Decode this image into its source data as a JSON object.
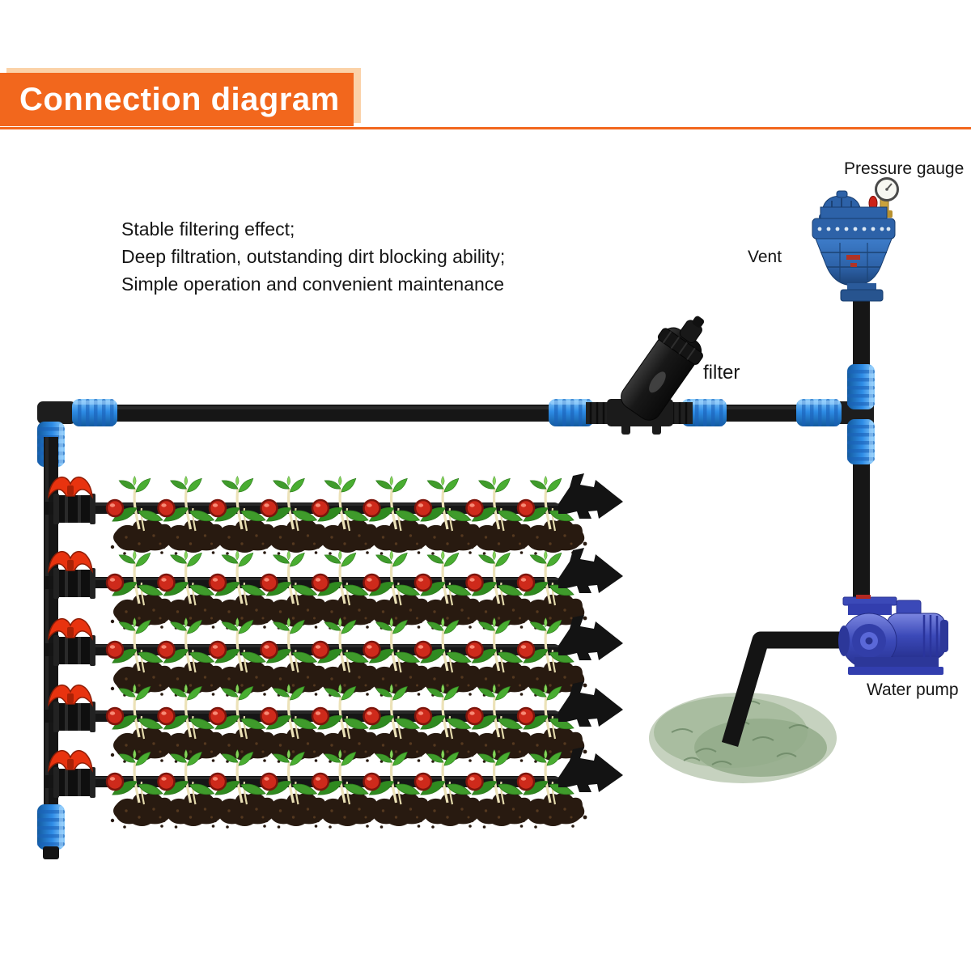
{
  "banner": {
    "title": "Connection diagram",
    "color": "#f2671d",
    "shadow_color": "#fbd2a8"
  },
  "features": [
    "Stable filtering effect;",
    "Deep filtration, outstanding dirt blocking ability;",
    "Simple operation and convenient maintenance"
  ],
  "labels": {
    "pressure_gauge": "Pressure gauge",
    "vent": "Vent",
    "filter": "filter",
    "water_pump": "Water pump"
  },
  "diagram": {
    "drip_row_count": 5,
    "plants_per_row": 9,
    "components": [
      "vent-valve",
      "pressure-gauge",
      "tee-fitting",
      "inline-filter",
      "elbow-fitting",
      "blue-compression-fitting",
      "manifold-pipe",
      "end-cap",
      "red-valve",
      "drip-line",
      "dripper-emitter",
      "seedling-plant",
      "arrow-end",
      "water-pump",
      "suction-pipe",
      "grass-patch"
    ],
    "colors": {
      "pipe": "#161616",
      "fitting_blue": "#2e8ce6",
      "vent_blue": "#2d62a8",
      "pump_blue": "#3b49b8",
      "valve_red": "#e8330f",
      "dripper_red": "#ce2a1b",
      "leaf_green": "#3f9b2b",
      "soil_brown": "#281a10",
      "grass_green": "#a9bda0"
    }
  }
}
